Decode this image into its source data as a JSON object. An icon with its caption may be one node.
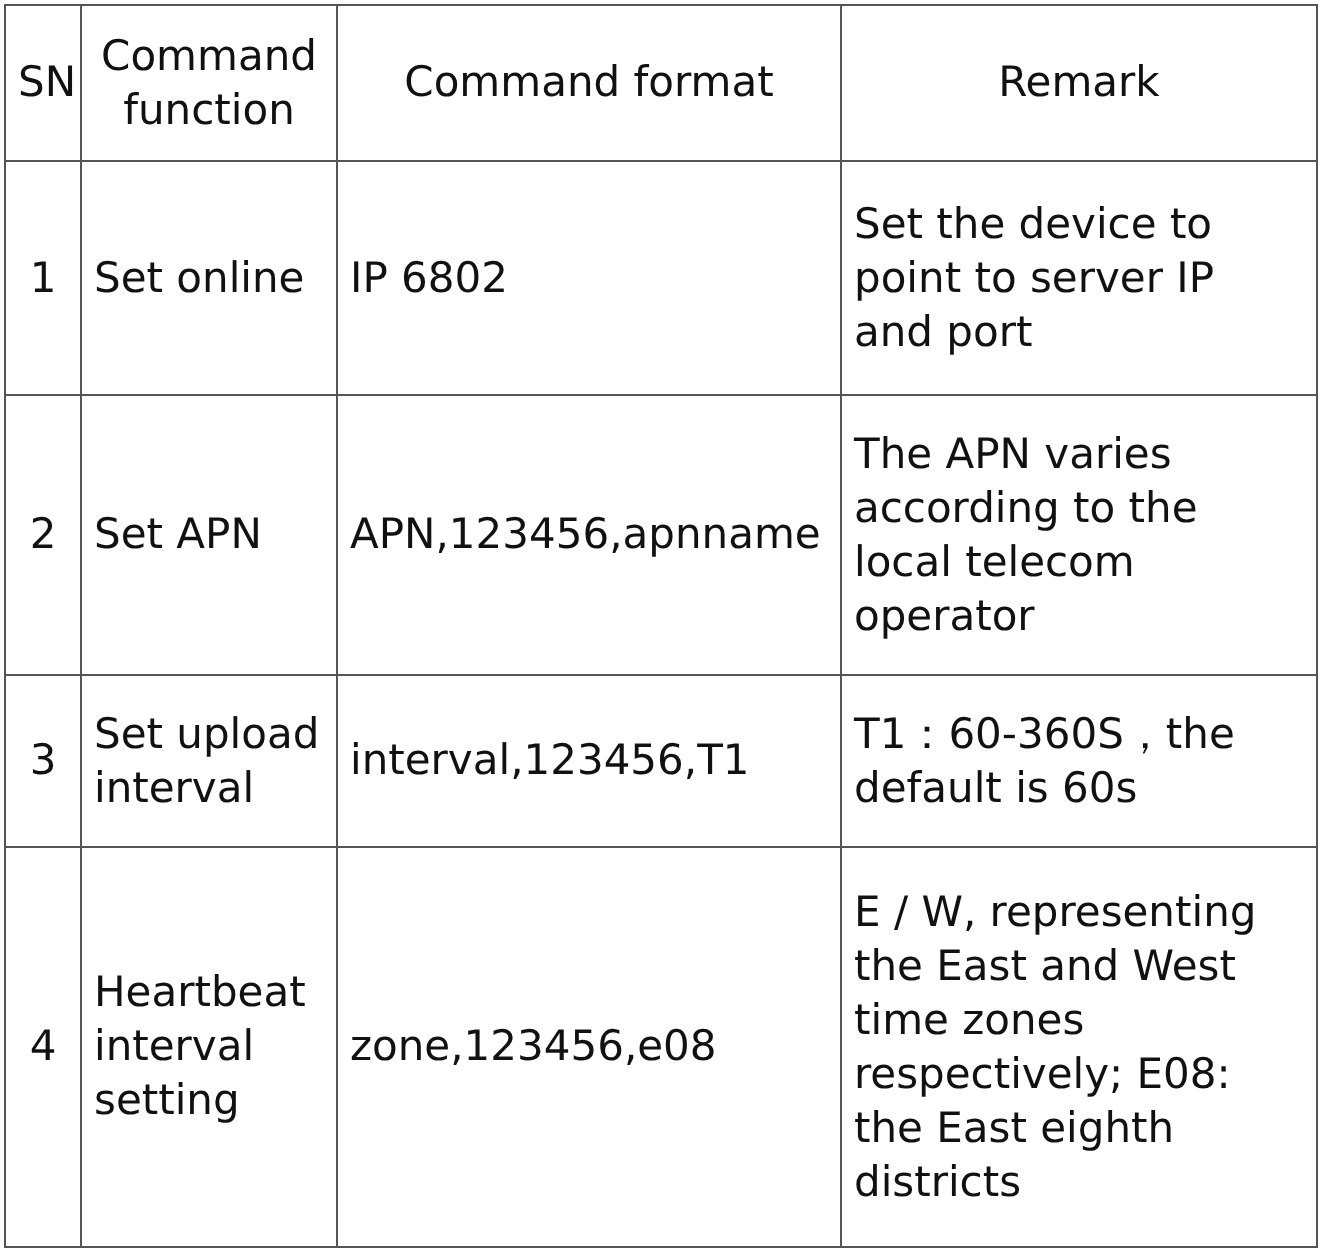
{
  "diagram": {
    "labels": [
      "SN",
      "Command function",
      "Command format",
      "Remark",
      "1",
      "Set online",
      "IP 6802",
      "Set the device to point to server IP and port",
      "2",
      "Set APN",
      "APN,123456,apnname",
      "The APN varies according to the local telecom operator",
      "3",
      "Set upload interval",
      "interval,123456,T1",
      "T1：60-360S，the default is 60s",
      "4",
      "Heartbeat interval setting",
      "zone,123456,e08",
      "E / W, representing the East and West time zones respectively; E08: the East eighth districts"
    ]
  }
}
